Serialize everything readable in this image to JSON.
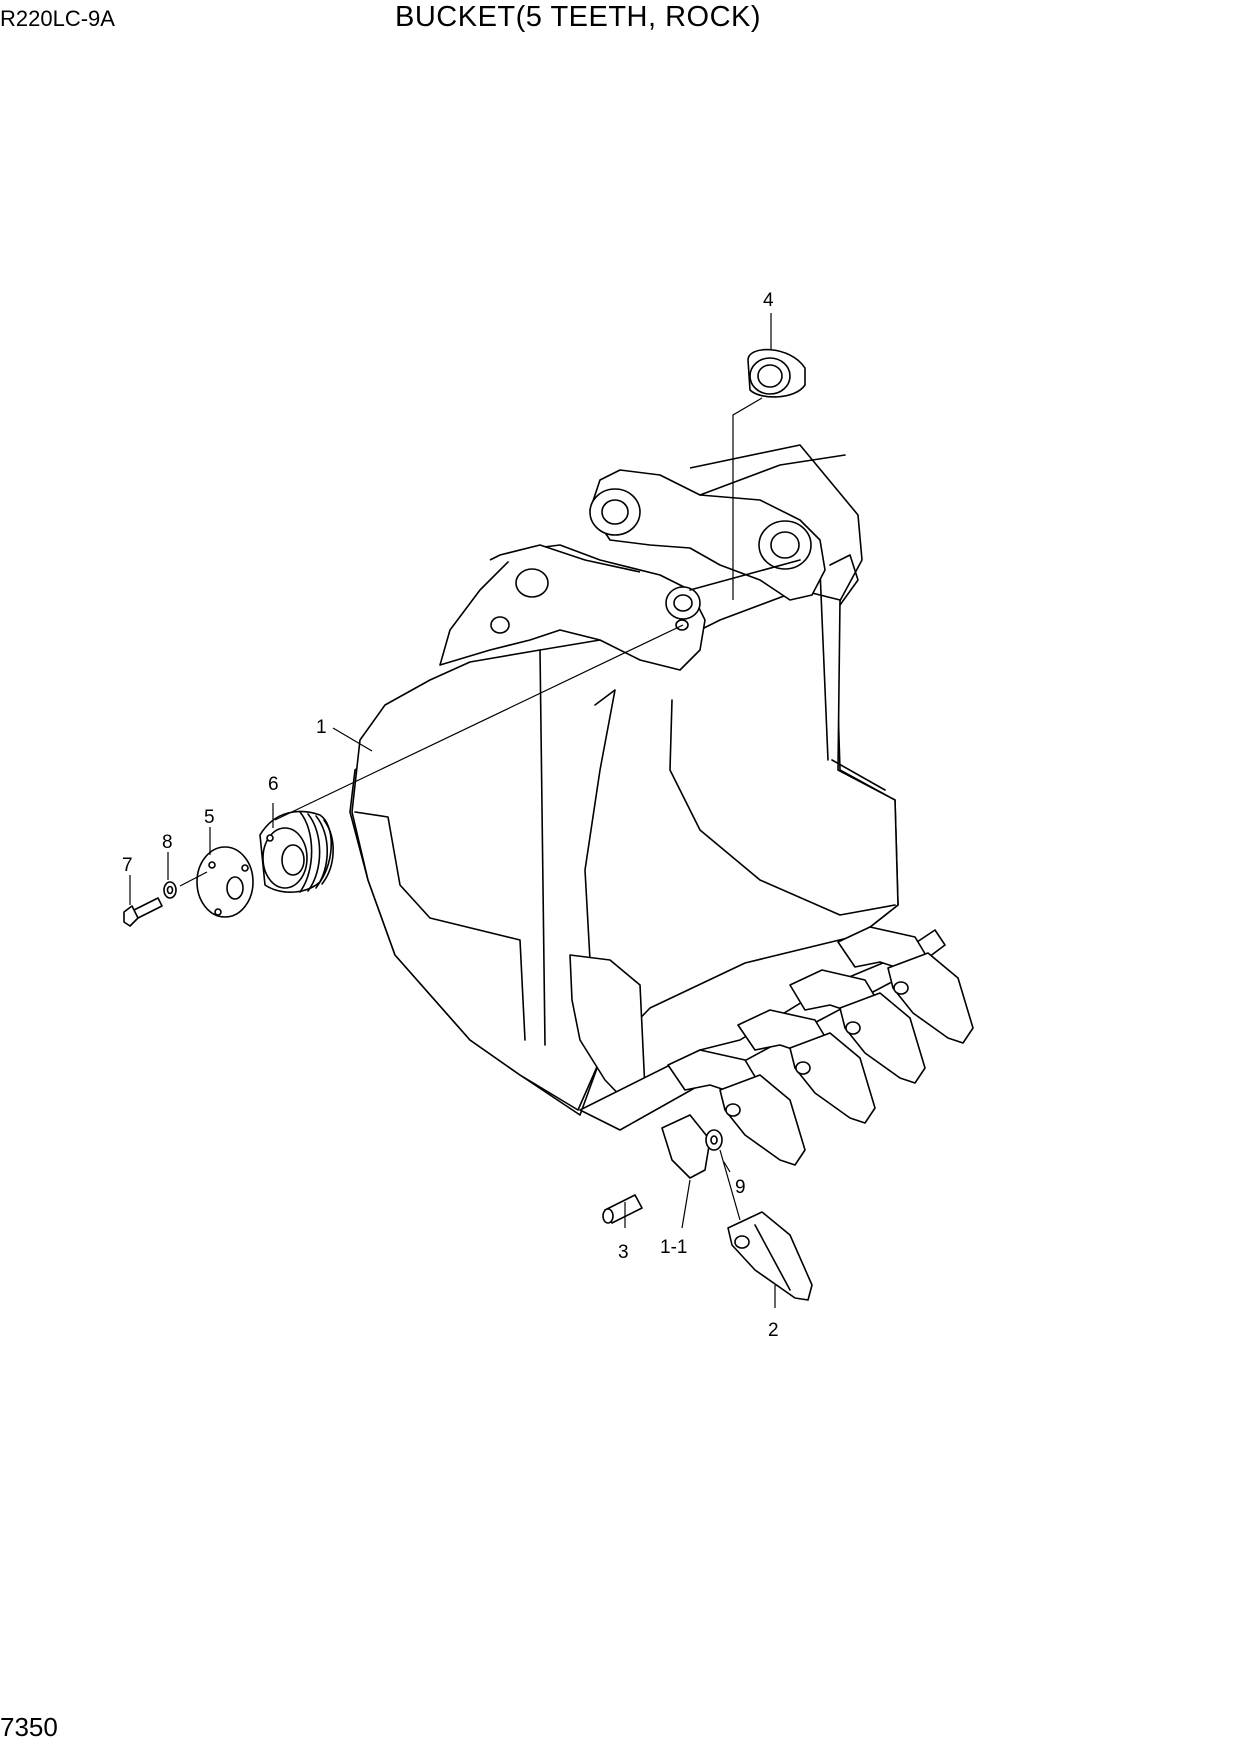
{
  "header": {
    "model": "R220LC-9A",
    "title": "BUCKET(5 TEETH, ROCK)"
  },
  "footer": {
    "page_number": "7350"
  },
  "callouts": {
    "c1": "1",
    "c1_1": "1-1",
    "c2": "2",
    "c3": "3",
    "c4": "4",
    "c5": "5",
    "c6": "6",
    "c7": "7",
    "c8": "8",
    "c9": "9"
  }
}
